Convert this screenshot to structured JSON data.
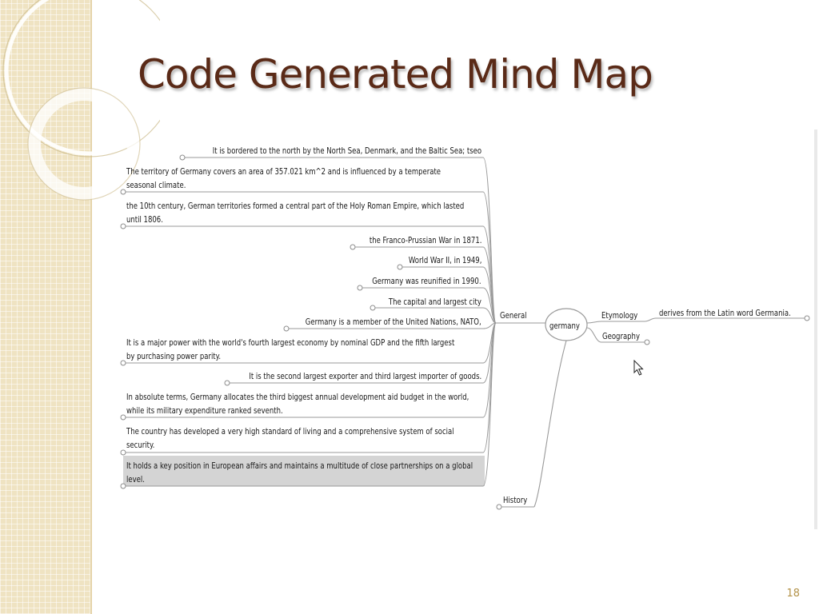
{
  "slide": {
    "title": "Code Generated Mind Map",
    "page_number": "18"
  },
  "mindmap": {
    "center": "germany",
    "branches": {
      "general": "General",
      "history": "History",
      "etymology": "Etymology",
      "geography": "Geography"
    },
    "etymology_note": "derives from the Latin word Germania.",
    "general_notes": [
      "It is bordered to the north by the North Sea, Denmark, and the Baltic Sea; tseo",
      "The territory of Germany covers an area of 357.021 km^2 and is influenced by a temperate seasonal climate.",
      "the 10th century, German territories formed a central part of the Holy Roman Empire, which lasted until 1806.",
      "the Franco-Prussian War in 1871.",
      "World War II, in 1949,",
      "Germany was reunified in 1990.",
      "The capital and largest city",
      "Germany is a member of the United Nations, NATO,",
      "It is a major power with the world's fourth largest economy by nominal GDP and the fifth largest by purchasing power parity.",
      "It is the second largest exporter and third largest importer of goods.",
      "In absolute terms, Germany allocates the third biggest annual development aid budget in the world, while its military expenditure ranked seventh.",
      "The country has developed a very high standard of living and a comprehensive system of social security.",
      "It holds a key position in European affairs and maintains a multitude of close partnerships on a global level."
    ],
    "selected_note_index": 12
  }
}
